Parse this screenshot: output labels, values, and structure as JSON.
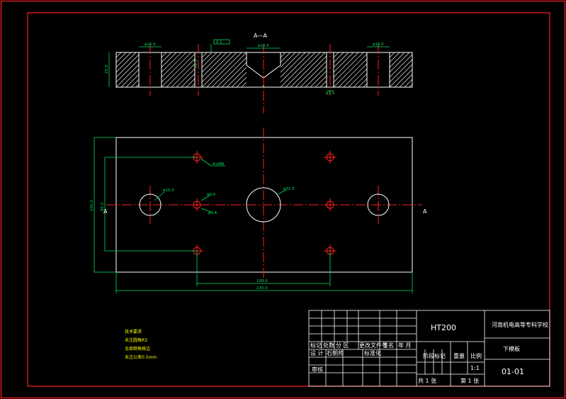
{
  "section": {
    "title": "A—A"
  },
  "top_dims": {
    "d1": "ø16.0",
    "d2": "ø10.0",
    "d3": "ø16.0",
    "d4": "ø7.0",
    "side": "25.0",
    "step": "12.5",
    "flag": "0.1"
  },
  "plan_dims": {
    "leader1": "4×M6",
    "hole_left": "ø15.0",
    "hole_mid_a": "ø9.0",
    "hole_mid_b": "ø9.4",
    "center": "ø31.5",
    "bottom1": "100.0",
    "bottom2": "135.0",
    "left1": "80.0",
    "left2": "100.0",
    "section_mark": "A"
  },
  "notes": {
    "heading": "技术要求",
    "lines": [
      "未注圆角R3",
      "全部倒角棱边",
      "未注公差0.5mm"
    ]
  },
  "title_block": {
    "material": "HT200",
    "school": "河南机电高等专科学校",
    "part_name": "下模板",
    "drawing_no": "01-01",
    "scale_value": "1:1",
    "headers": [
      "标记",
      "处数",
      "分 区",
      "更改文件号",
      "签名",
      "年 月"
    ],
    "row2": [
      "设 计",
      "石朝帅",
      "标准化"
    ],
    "stage_label": "阶段标记",
    "weight_label": "重量",
    "scale_label": "比例",
    "review_label": "审核",
    "sheets_total": "共 1 张",
    "sheet_no": "第 1 张"
  }
}
